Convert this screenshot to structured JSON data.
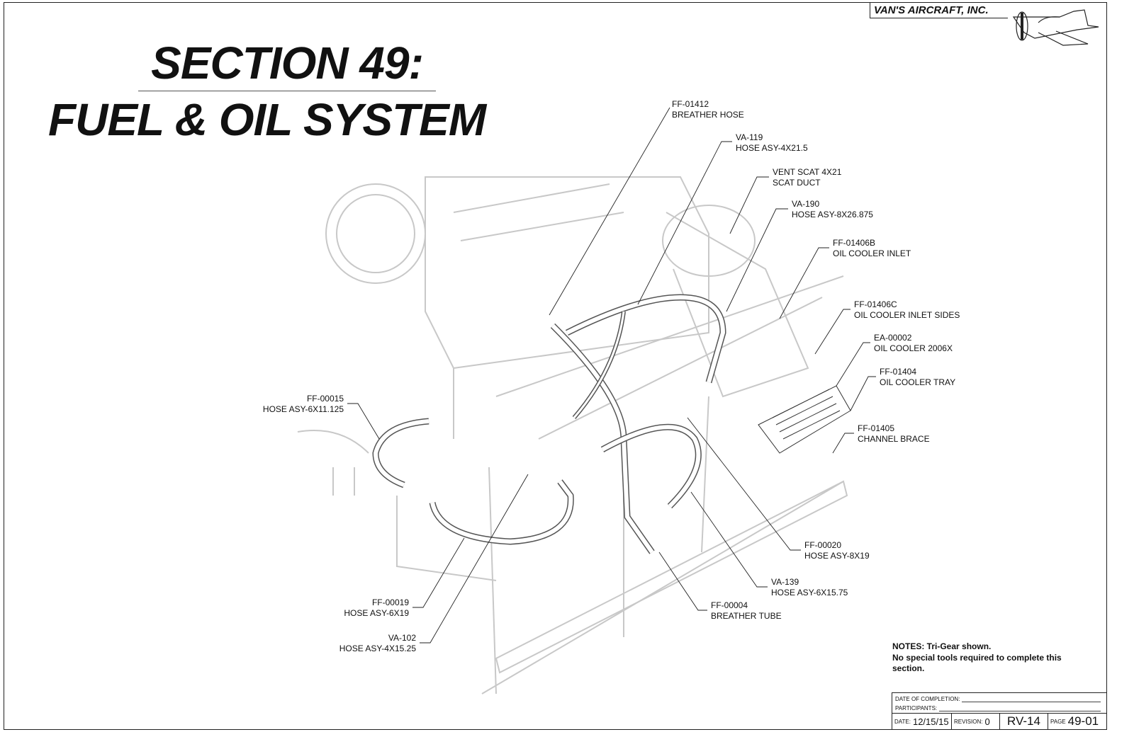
{
  "header": {
    "company": "VAN'S AIRCRAFT, INC.",
    "title_line1": "SECTION 49:",
    "title_line2": "FUEL & OIL SYSTEM"
  },
  "callouts": [
    {
      "part": "FF-01412",
      "desc": "BREATHER HOSE"
    },
    {
      "part": "VA-119",
      "desc": "HOSE ASY-4X21.5"
    },
    {
      "part": "VENT SCAT 4X21",
      "desc": "SCAT DUCT"
    },
    {
      "part": "VA-190",
      "desc": "HOSE ASY-8X26.875"
    },
    {
      "part": "FF-01406B",
      "desc": "OIL COOLER INLET"
    },
    {
      "part": "FF-01406C",
      "desc": "OIL COOLER INLET SIDES"
    },
    {
      "part": "EA-00002",
      "desc": "OIL COOLER 2006X"
    },
    {
      "part": "FF-01404",
      "desc": "OIL COOLER TRAY"
    },
    {
      "part": "FF-01405",
      "desc": "CHANNEL BRACE"
    },
    {
      "part": "FF-00020",
      "desc": "HOSE ASY-8X19"
    },
    {
      "part": "VA-139",
      "desc": "HOSE ASY-6X15.75"
    },
    {
      "part": "FF-00004",
      "desc": "BREATHER TUBE"
    },
    {
      "part": "FF-00015",
      "desc": "HOSE ASY-6X11.125"
    },
    {
      "part": "FF-00019",
      "desc": "HOSE ASY-6X19"
    },
    {
      "part": "VA-102",
      "desc": "HOSE ASY-4X15.25"
    }
  ],
  "notes": {
    "line1": "NOTES: Tri-Gear shown.",
    "line2": "No special tools required to complete this",
    "line3": "section."
  },
  "title_block": {
    "completion_label": "DATE OF COMPLETION:",
    "participants_label": "PARTICIPANTS:",
    "date_label": "DATE:",
    "date": "12/15/15",
    "revision_label": "REVISION:",
    "revision": "0",
    "model": "RV-14",
    "page_label": "PAGE",
    "page": "49-01"
  }
}
